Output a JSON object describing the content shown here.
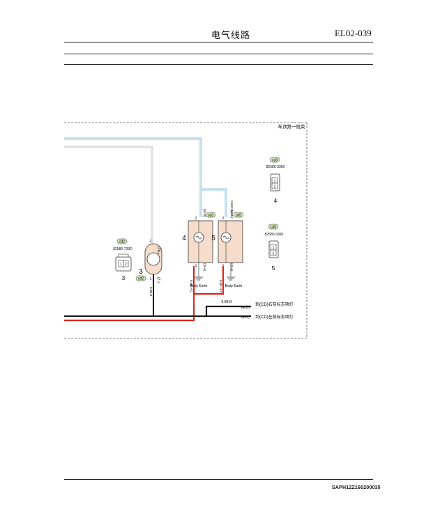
{
  "header": {
    "title": "电气线路",
    "code": "EL02-039"
  },
  "harness_label": "车顶第一线束",
  "connectors": {
    "cd2": {
      "tag": "cd2",
      "part": "82580-733D",
      "pin1": "1",
      "pin2": "2",
      "index": "3"
    },
    "cd3": {
      "tag": "cd3",
      "part": "82580-3360",
      "pin1": "1",
      "pin2": "2",
      "index": "4"
    },
    "cd5": {
      "tag": "cd5",
      "part": "82580-3360",
      "pin1": "1",
      "pin2": "2",
      "index": "5"
    }
  },
  "components": {
    "lamp4": {
      "number": "4",
      "tag": "cd3",
      "pin_top": "2",
      "pin_bottom": "1",
      "wire_top": "(0LN)",
      "wire_bottom": "(3LH)",
      "ground": "Body Earth",
      "wire_color_bottom": "0.5R H 2"
    },
    "lamp5": {
      "number": "5",
      "tag": "cd5",
      "pin_top": "2",
      "pin_bottom": "1",
      "wire_top": "(0LH)",
      "wire_top_color": "0.50Y/AL 2",
      "wire_bottom": "(3LH)",
      "ground": "Body Earth",
      "wire_color_bottom": "0.5R H 2"
    },
    "sensor3": {
      "number": "3",
      "tag": "cd2",
      "pin_top": "2",
      "pin_bottom": "1",
      "wire_top": "(TK-)",
      "wire_bottom": "(2-)",
      "wire_color": "0.5B B"
    }
  },
  "right_wires": [
    {
      "gauge": "0.5B B",
      "code": "(4LB)",
      "target": "到(CD)右前标志项灯"
    },
    {
      "gauge": "",
      "code": "(4LL)",
      "target": "到(CD)左前标志项灯"
    }
  ],
  "colors": {
    "blue_wire": "#8fc3e4",
    "gray_wire": "#c8c8c8",
    "red_wire": "#e2231a",
    "black_wire": "#1a1a1a",
    "tag_fill": "#cfe6b4",
    "component_fill": "#f6dccb"
  },
  "footer": {
    "code": "SAPH12Z160200035"
  }
}
